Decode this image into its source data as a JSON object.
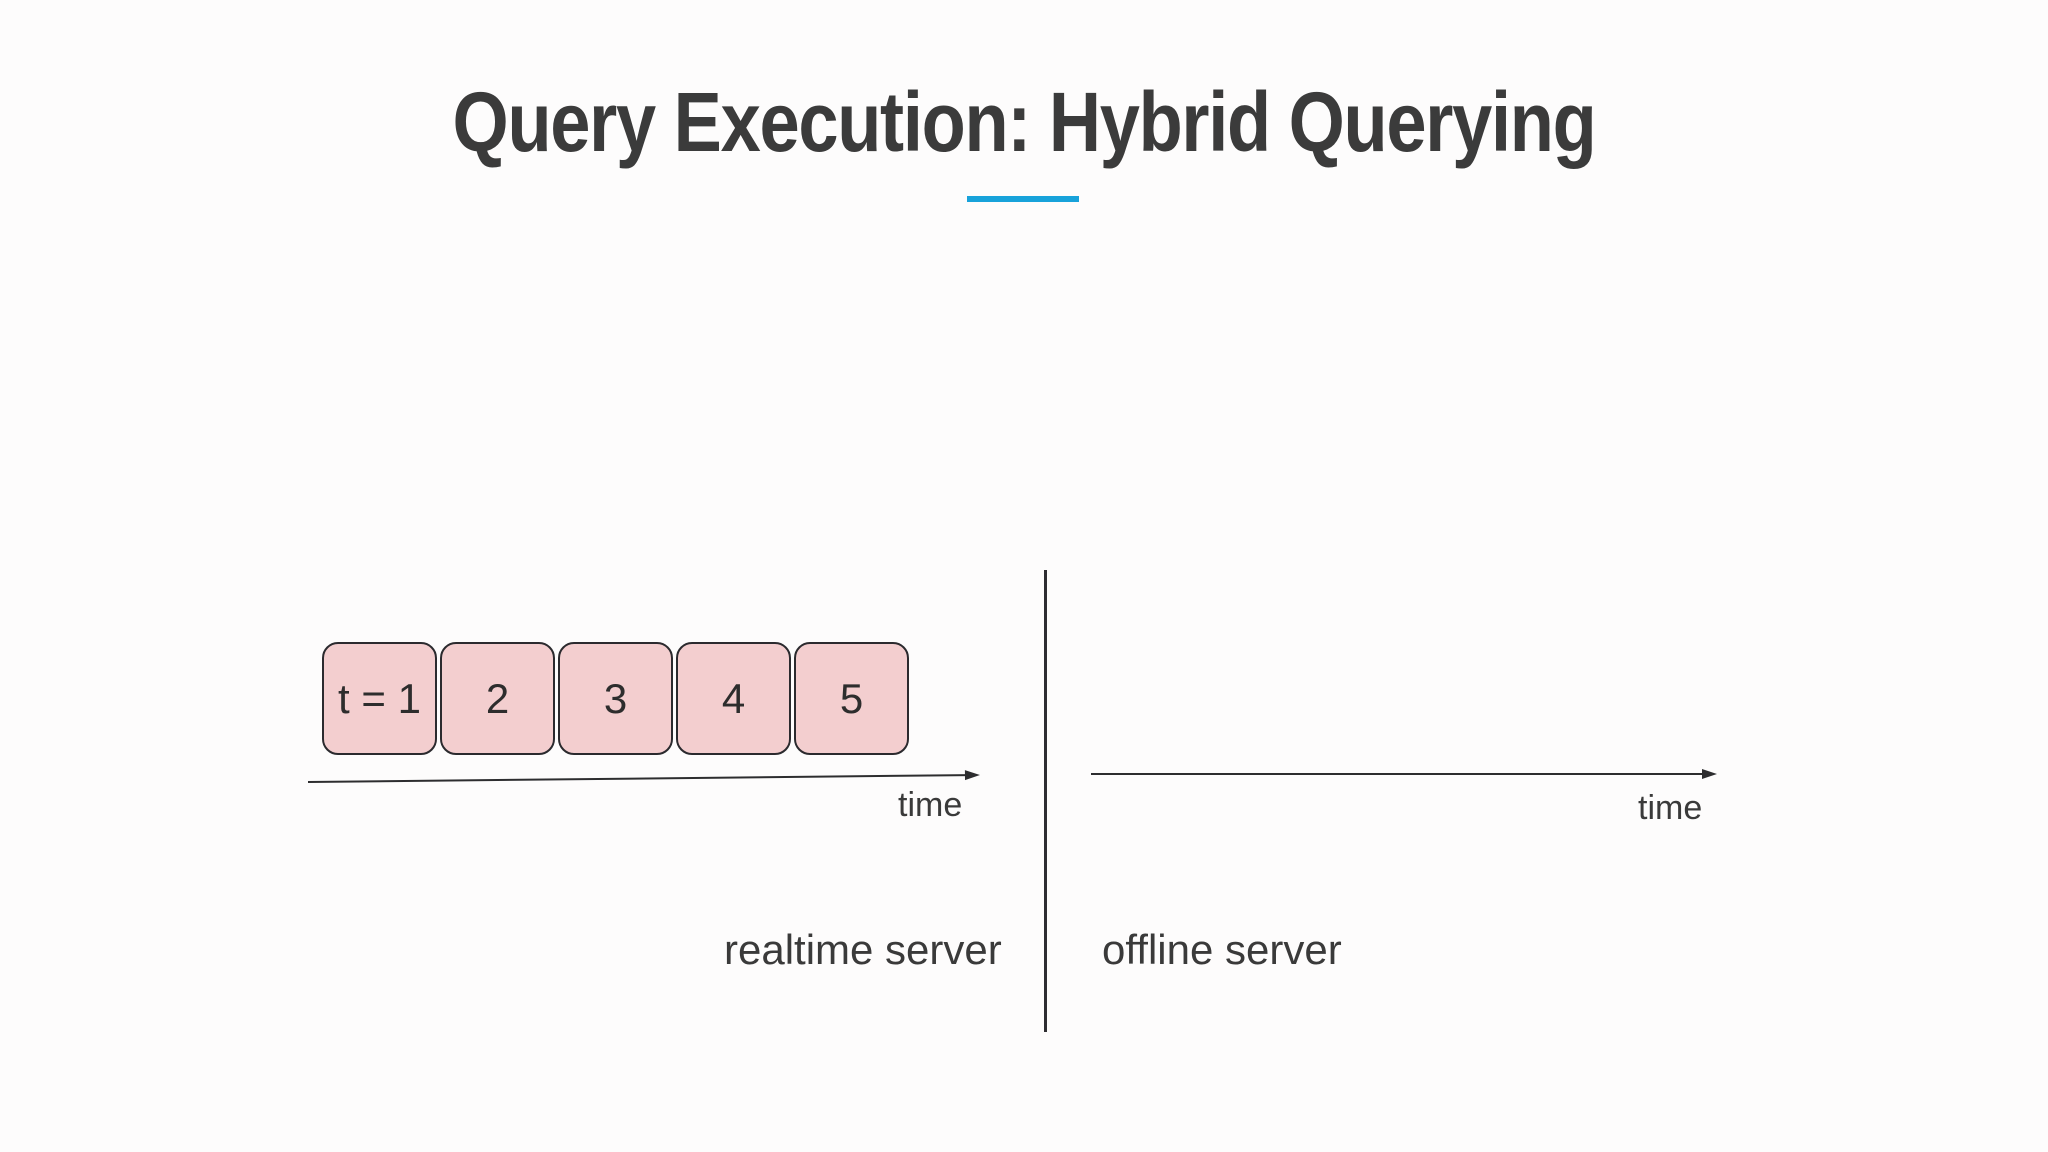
{
  "title": "Query Execution: Hybrid Querying",
  "realtime": {
    "blocks": [
      "t = 1",
      "2",
      "3",
      "4",
      "5"
    ],
    "axis_label": "time",
    "server_label": "realtime server"
  },
  "offline": {
    "axis_label": "time",
    "server_label": "offline server"
  },
  "colors": {
    "background": "#fdfcfc",
    "title_text": "#3b3b3b",
    "accent": "#18a2da",
    "block_fill": "#f3cecf",
    "block_border": "#2b2a2e",
    "line": "#2d2d2f",
    "text": "#3a3a3a"
  }
}
